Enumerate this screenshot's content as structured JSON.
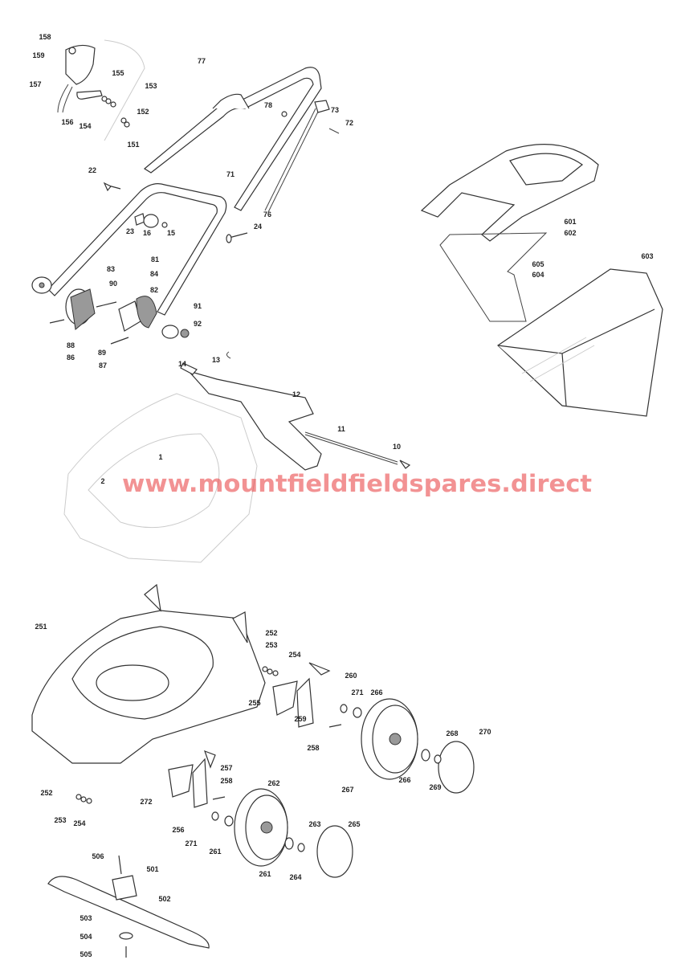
{
  "diagram": {
    "watermark": "www.mountfieldfieldspares.direct",
    "part_labels": [
      "158",
      "159",
      "157",
      "155",
      "153",
      "156",
      "154",
      "152",
      "151",
      "77",
      "78",
      "73",
      "72",
      "71",
      "76",
      "22",
      "23",
      "16",
      "15",
      "24",
      "81",
      "83",
      "90",
      "84",
      "82",
      "91",
      "92",
      "88",
      "86",
      "89",
      "87",
      "13",
      "14",
      "12",
      "11",
      "10",
      "1",
      "2",
      "601",
      "602",
      "603",
      "605",
      "604",
      "252",
      "253",
      "254",
      "251",
      "260",
      "271",
      "266",
      "255",
      "259",
      "258",
      "268",
      "270",
      "267",
      "266",
      "269",
      "257",
      "258",
      "252",
      "253",
      "254",
      "272",
      "256",
      "271",
      "262",
      "263",
      "265",
      "261",
      "261",
      "264",
      "506",
      "501",
      "502",
      "503",
      "504",
      "505"
    ]
  }
}
